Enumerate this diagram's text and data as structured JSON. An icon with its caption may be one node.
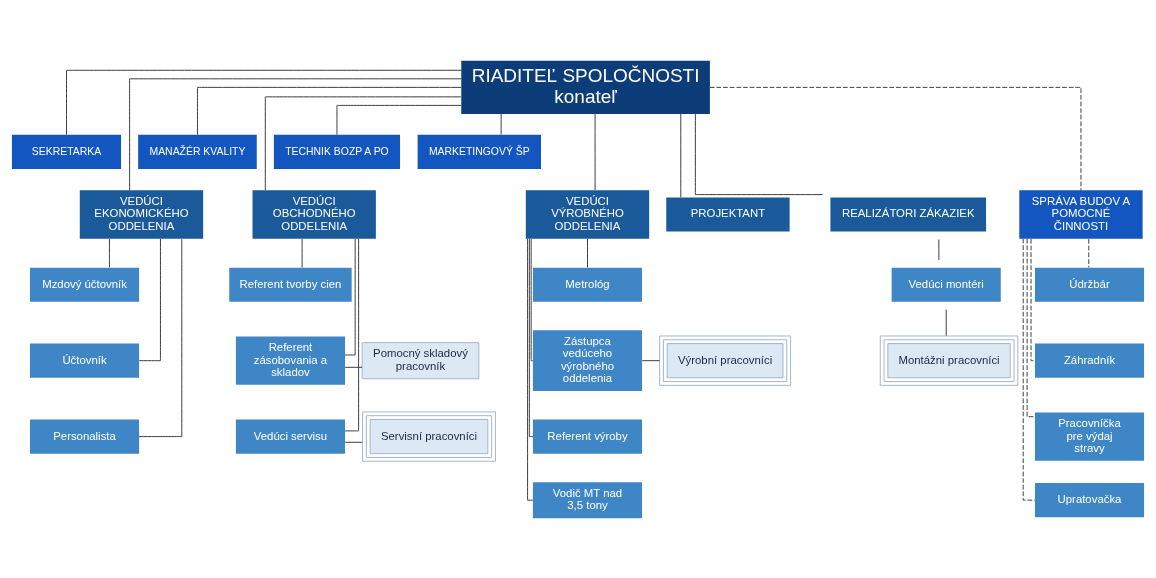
{
  "diagram": {
    "nodes": [
      {
        "text": [
          "RIADITEĽ SPOLOČNOSTI",
          "konateľ"
        ]
      },
      {
        "text": [
          "SEKRETARKA"
        ]
      },
      {
        "text": [
          "MANAŽÉR KVALITY"
        ]
      },
      {
        "text": [
          "TECHNIK BOZP A PO"
        ]
      },
      {
        "text": [
          "MARKETINGOVÝ ŠP"
        ]
      },
      {
        "text": [
          "VEDÚCI EKONOMICKÉHO ODDELENIA"
        ]
      },
      {
        "text": [
          "VEDÚCI OBCHODNÉHO ODDELENIA"
        ]
      },
      {
        "text": [
          "VEDÚCI VÝROBNÉHO ODDELENIA"
        ]
      },
      {
        "text": [
          "PROJEKTANT"
        ]
      },
      {
        "text": [
          "REALIZÁTORI ZÁKAZIEK"
        ]
      },
      {
        "text": [
          "SPRÁVA BUDOV A POMOCNÉ ČINNOSTI"
        ]
      },
      {
        "text": [
          "Mzdový účtovník"
        ]
      },
      {
        "text": [
          "Účtovník"
        ]
      },
      {
        "text": [
          "Personalista"
        ]
      },
      {
        "text": [
          "Referent tvorby cien"
        ]
      },
      {
        "text": [
          "Referent zásobovania a skladov"
        ]
      },
      {
        "text": [
          "Pomocný skladový pracovník"
        ]
      },
      {
        "text": [
          "Vedúci servisu"
        ]
      },
      {
        "text": [
          "Servisní pracovníci"
        ]
      },
      {
        "text": [
          "Metrológ"
        ]
      },
      {
        "text": [
          "Zástupca vedúceho výrobného oddelenia"
        ]
      },
      {
        "text": [
          "Výrobní pracovníci"
        ]
      },
      {
        "text": [
          "Referent výroby"
        ]
      },
      {
        "text": [
          "Vodič MT nad 3,5 tony"
        ]
      },
      {
        "text": [
          "Vedúci montéri"
        ]
      },
      {
        "text": [
          "Montážni pracovníci"
        ]
      },
      {
        "text": [
          "Údržbár"
        ]
      },
      {
        "text": [
          "Záhradník"
        ]
      },
      {
        "text": [
          "Pracovníčka pre výdaj stravy"
        ]
      },
      {
        "text": [
          "Upratovačka"
        ]
      }
    ],
    "edges": [
      {
        "from": 0,
        "to": 1,
        "arrow": "none"
      },
      {
        "from": 0,
        "to": 2,
        "arrow": "none"
      },
      {
        "from": 0,
        "to": 3,
        "arrow": "none"
      },
      {
        "from": 0,
        "to": 4,
        "arrow": "none"
      },
      {
        "from": 0,
        "to": 5,
        "arrow": "none"
      },
      {
        "from": 0,
        "to": 6,
        "arrow": "none"
      },
      {
        "from": 0,
        "to": 7,
        "arrow": "none"
      },
      {
        "from": 0,
        "to": 8,
        "arrow": "none"
      },
      {
        "from": 0,
        "to": 9,
        "arrow": "none"
      },
      {
        "from": 0,
        "to": 10,
        "arrow": "none",
        "style": "dashed"
      },
      {
        "from": 5,
        "to": 11,
        "arrow": "none"
      },
      {
        "from": 5,
        "to": 12,
        "arrow": "none"
      },
      {
        "from": 5,
        "to": 13,
        "arrow": "none"
      },
      {
        "from": 6,
        "to": 14,
        "arrow": "none"
      },
      {
        "from": 6,
        "to": 15,
        "arrow": "none"
      },
      {
        "from": 15,
        "to": 16,
        "arrow": "none"
      },
      {
        "from": 6,
        "to": 17,
        "arrow": "none"
      },
      {
        "from": 17,
        "to": 18,
        "arrow": "none"
      },
      {
        "from": 7,
        "to": 19,
        "arrow": "none"
      },
      {
        "from": 7,
        "to": 20,
        "arrow": "none"
      },
      {
        "from": 20,
        "to": 21,
        "arrow": "none"
      },
      {
        "from": 7,
        "to": 22,
        "arrow": "none"
      },
      {
        "from": 7,
        "to": 23,
        "arrow": "none"
      },
      {
        "from": 9,
        "to": 24,
        "arrow": "none"
      },
      {
        "from": 24,
        "to": 25,
        "arrow": "none"
      },
      {
        "from": 10,
        "to": 26,
        "arrow": "none",
        "style": "dashed"
      },
      {
        "from": 10,
        "to": 27,
        "arrow": "none",
        "style": "dashed"
      },
      {
        "from": 10,
        "to": 28,
        "arrow": "none",
        "style": "dashed"
      },
      {
        "from": 10,
        "to": 29,
        "arrow": "none",
        "style": "dashed"
      }
    ]
  }
}
